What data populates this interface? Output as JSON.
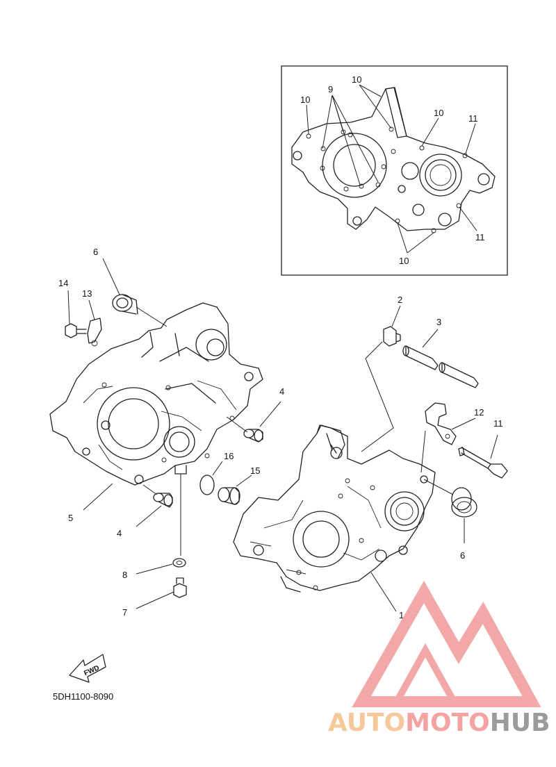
{
  "diagram": {
    "part_code": "5DH1100-8090",
    "fwd_label": "FWD",
    "callouts": {
      "c1": "1",
      "c2": "2",
      "c3": "3",
      "c4a": "4",
      "c4b": "4",
      "c5": "5",
      "c6a": "6",
      "c6b": "6",
      "c7": "7",
      "c8": "8",
      "c9": "9",
      "c10a": "10",
      "c10b": "10",
      "c10c": "10",
      "c10d": "10",
      "c11a": "11",
      "c11b": "11",
      "c11c": "11",
      "c12": "12",
      "c13": "13",
      "c14": "14",
      "c15": "15",
      "c16": "16"
    }
  },
  "watermark": {
    "part1": "AUTO",
    "part2": "MOTO",
    "part3": "HUB",
    "colors": {
      "auto": "#f6c89a",
      "moto": "#f4a3a3",
      "hub": "#9b9b9b",
      "logo": "#f19a9a"
    }
  }
}
